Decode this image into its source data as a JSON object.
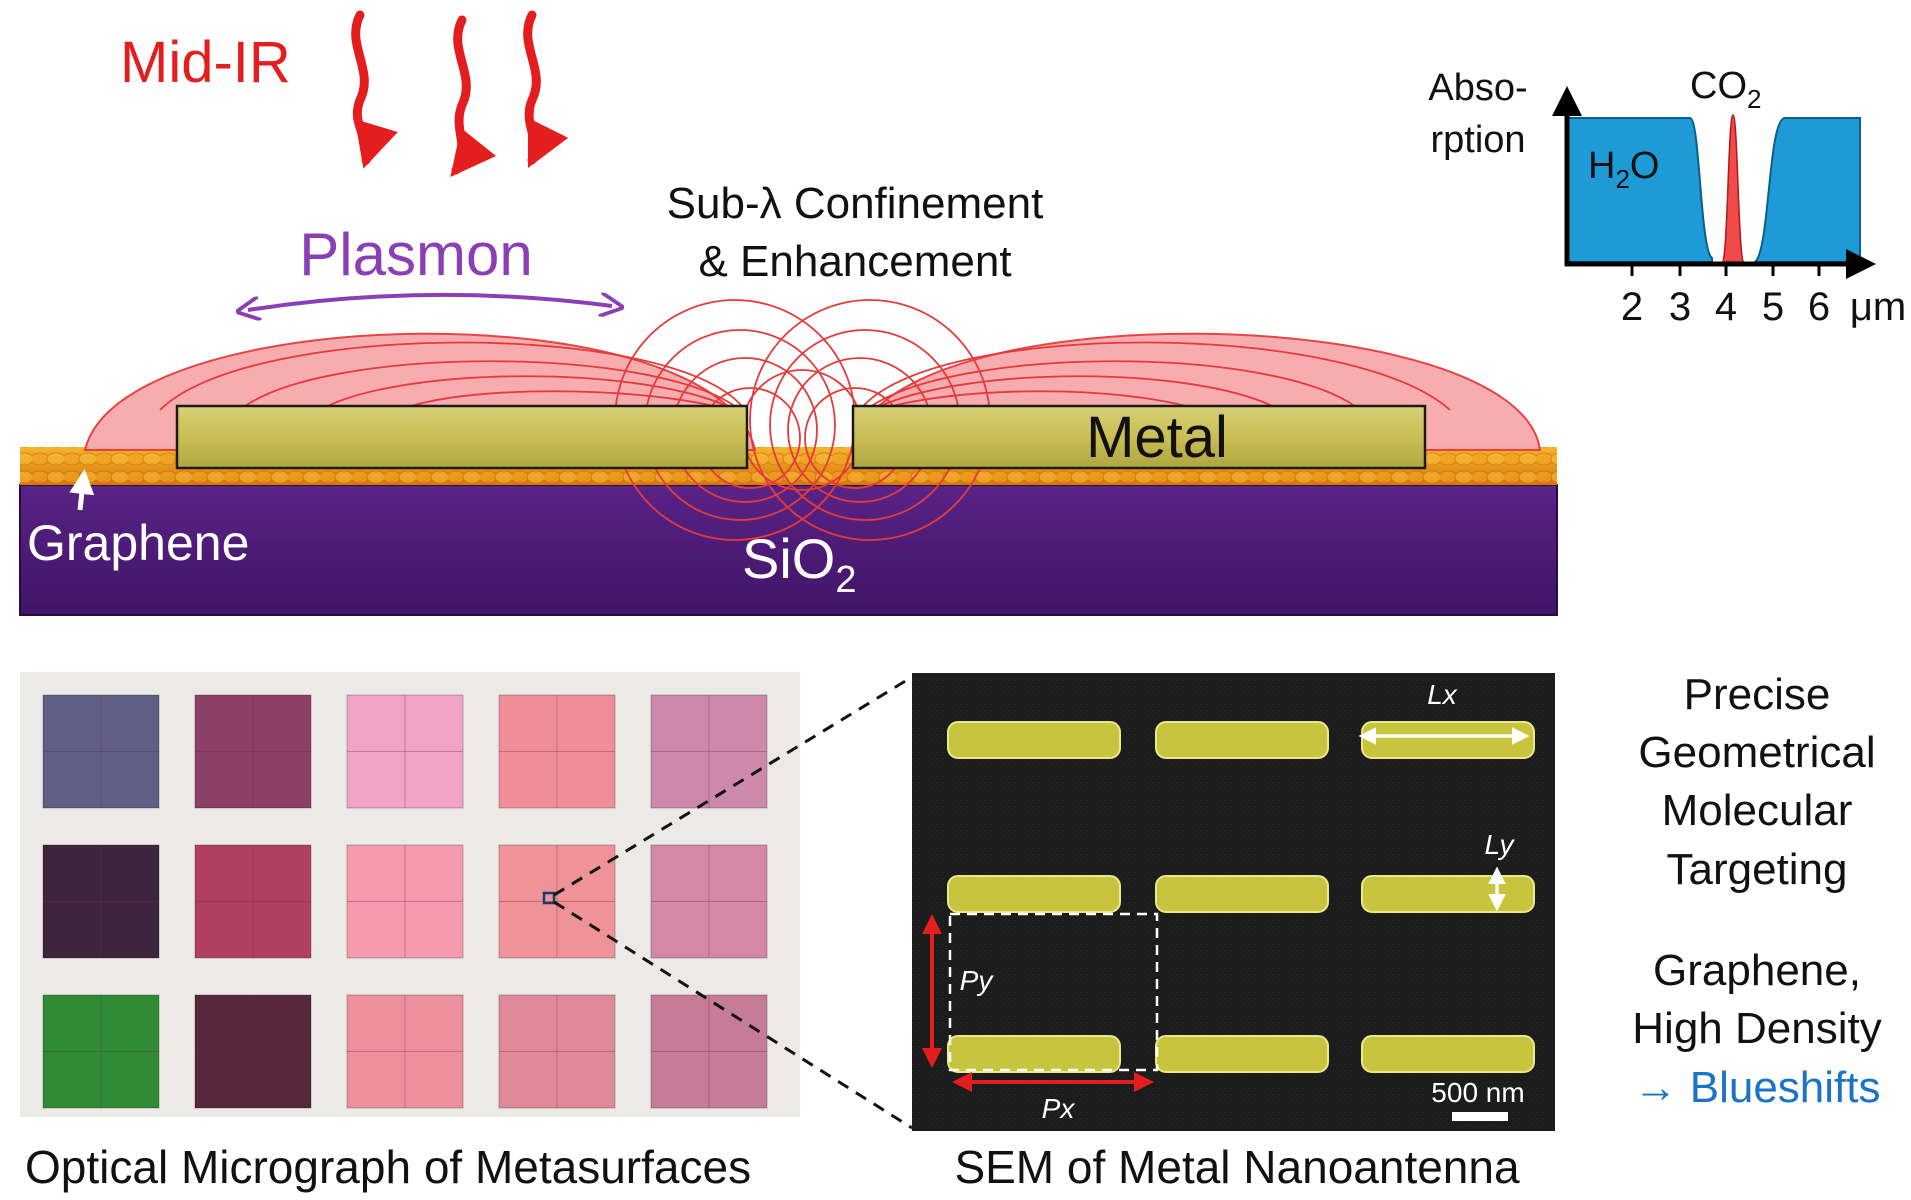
{
  "top": {
    "mid_ir": "Mid-IR",
    "plasmon": "Plasmon",
    "confinement_line1": "Sub-λ Confinement",
    "confinement_line2": "& Enhancement",
    "metal": "Metal",
    "graphene": "Graphene",
    "sio2_main": "SiO",
    "sio2_sub": "2"
  },
  "inset": {
    "ylabel_line1": "Abso-",
    "ylabel_line2": "rption",
    "h2o_main": "H",
    "h2o_sub": "2",
    "h2o_tail": "O",
    "co2_main": "CO",
    "co2_sub": "2",
    "ticks": [
      "2",
      "3",
      "4",
      "5",
      "6"
    ],
    "unit": "μm",
    "colors": {
      "water": "#1e9bd7",
      "co2": "#f04a4a"
    }
  },
  "micrograph": {
    "caption": "Optical Micrograph of Metasurfaces",
    "swatch_colors": [
      [
        "#5f5f86",
        "#8c4065",
        "#f3a3c8",
        "#f08e97",
        "#cd89ac"
      ],
      [
        "#3f243e",
        "#b13f64",
        "#f69aae",
        "#ef9398",
        "#d487a8"
      ],
      [
        "#2f8b36",
        "#57273d",
        "#ee8f9e",
        "#df8999",
        "#c67b98"
      ]
    ]
  },
  "sem": {
    "caption": "SEM of Metal Nanoantenna",
    "lx": "Lx",
    "ly": "Ly",
    "px": "Px",
    "py": "Py",
    "scale_bar": "500 nm"
  },
  "right_text": {
    "line1": "Precise",
    "line2": "Geometrical",
    "line3": "Molecular",
    "line4": "Targeting",
    "line5": "Graphene,",
    "line6": "High Density",
    "line7": "→ Blueshifts"
  }
}
